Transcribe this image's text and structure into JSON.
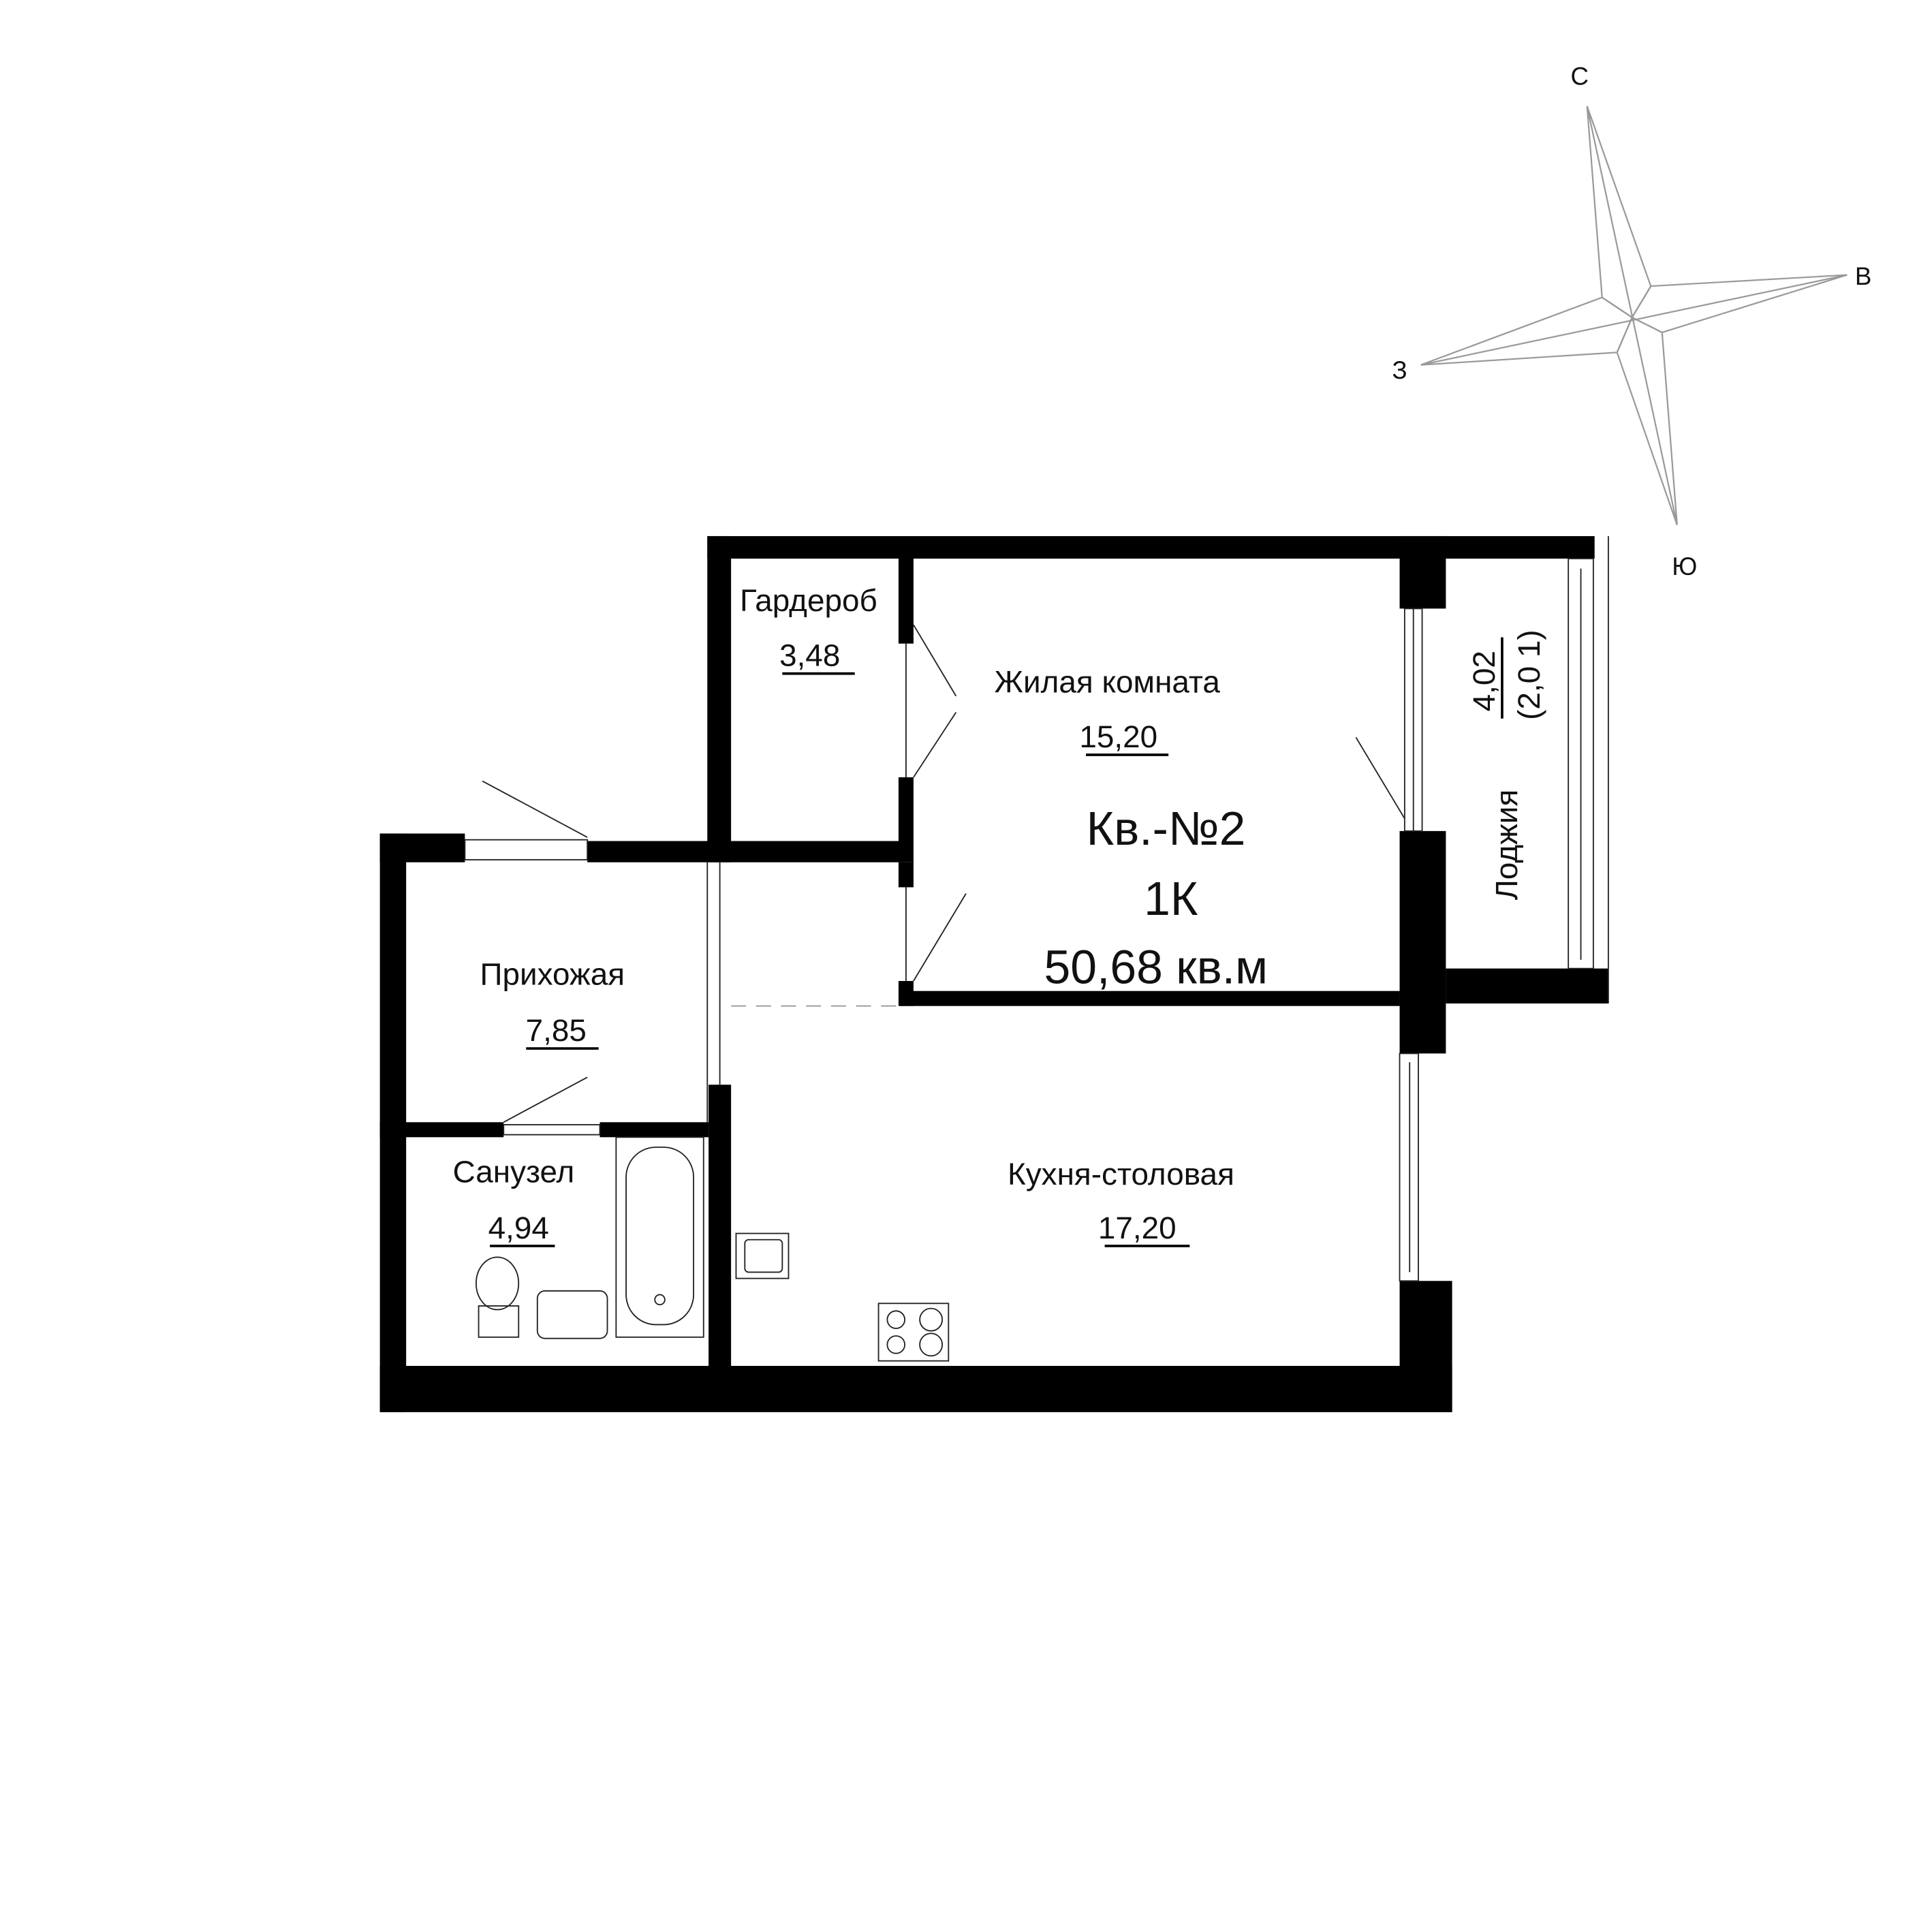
{
  "compass": {
    "north": "С",
    "east": "В",
    "south": "Ю",
    "west": "З"
  },
  "apartment": {
    "number_label": "Кв.-№2",
    "type": "1К",
    "total_area": "50,68 кв.м"
  },
  "rooms": {
    "wardrobe": {
      "name": "Гардероб",
      "area": "3,48"
    },
    "living": {
      "name": "Жилая комната",
      "area": "15,20"
    },
    "loggia": {
      "name": "Лоджия",
      "area": "4,02",
      "area_reduced": "(2,0 1)"
    },
    "hall": {
      "name": "Прихожая",
      "area": "7,85"
    },
    "bathroom": {
      "name": "Санузел",
      "area": "4,94"
    },
    "kitchen": {
      "name": "Кухня-столовая",
      "area": "17,20"
    }
  },
  "colors": {
    "wall": "#000000",
    "compass": "#999999"
  }
}
